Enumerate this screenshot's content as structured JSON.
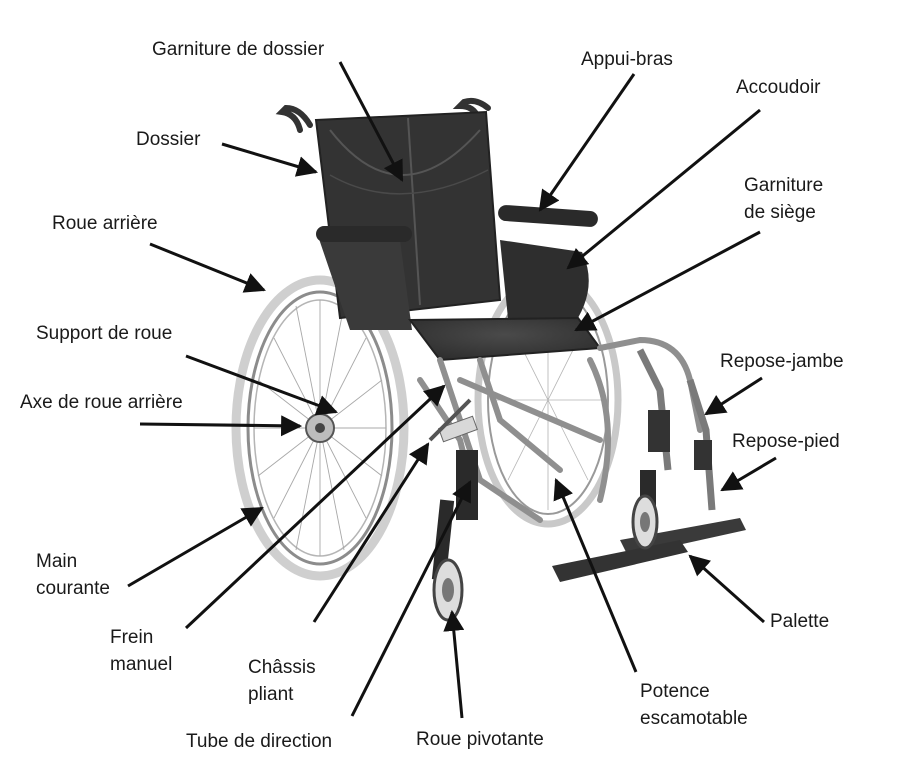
{
  "diagram": {
    "subject": "wheelchair",
    "colors": {
      "text": "#1a1a1a",
      "arrow": "#111111",
      "metal": "#9a9a9a",
      "fabric": "#3a3a3a",
      "tire": "#cfcfcf"
    },
    "labels": {
      "garniture_dossier": "Garniture de dossier",
      "appui_bras": "Appui-bras",
      "accoudoir": "Accoudoir",
      "dossier": "Dossier",
      "garniture_siege_1": "Garniture",
      "garniture_siege_2": "de siège",
      "roue_arriere": "Roue arrière",
      "support_roue": "Support de roue",
      "repose_jambe": "Repose-jambe",
      "axe_roue": "Axe de roue arrière",
      "repose_pied": "Repose-pied",
      "main_courante_1": "Main",
      "main_courante_2": "courante",
      "palette": "Palette",
      "frein_1": "Frein",
      "frein_2": "manuel",
      "chassis_1": "Châssis",
      "chassis_2": "pliant",
      "potence_1": "Potence",
      "potence_2": "escamotable",
      "tube_direction": "Tube de direction",
      "roue_pivotante": "Roue pivotante"
    }
  }
}
